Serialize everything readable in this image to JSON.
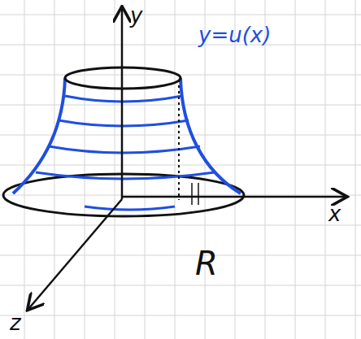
{
  "diagram": {
    "labels": [
      "y",
      "y=u(x)",
      "x",
      "R",
      "z"
    ]
  }
}
